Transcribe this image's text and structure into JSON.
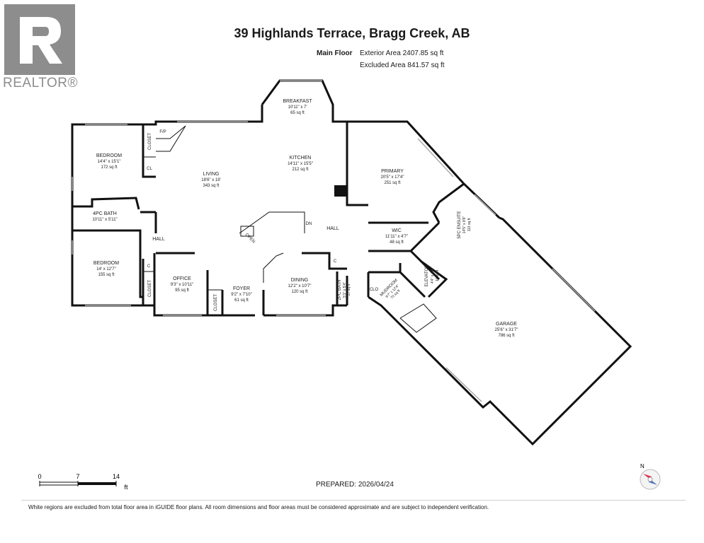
{
  "header": {
    "title": "39 Highlands Terrace, Bragg Creek, AB",
    "floor_label": "Main Floor",
    "exterior_area": "Exterior Area 2407.85 sq ft",
    "excluded_area": "Excluded Area 841.57 sq ft"
  },
  "brand": {
    "logo_text": "REALTOR®",
    "logo_color": "#8d8d8d"
  },
  "rooms": {
    "breakfast": {
      "name": "BREAKFAST",
      "dim": "10'11\" x 7'",
      "area": "65 sq ft"
    },
    "kitchen": {
      "name": "KITCHEN",
      "dim": "14'11\" x 15'5\"",
      "area": "212 sq ft"
    },
    "living": {
      "name": "LIVING",
      "dim": "18'6\" x 19'",
      "area": "343 sq ft"
    },
    "bedroom1": {
      "name": "BEDROOM",
      "dim": "14'4\" x 15'1\"",
      "area": "172 sq ft"
    },
    "bath4": {
      "name": "4PC BATH",
      "dim": "10'11\" x 5'11\""
    },
    "bedroom2": {
      "name": "BEDROOM",
      "dim": "14' x 12'7\"",
      "area": "155 sq ft"
    },
    "office": {
      "name": "OFFICE",
      "dim": "9'3\" x 10'11\"",
      "area": "95 sq ft"
    },
    "foyer": {
      "name": "FOYER",
      "dim": "9'2\" x 7'10\"",
      "area": "61 sq ft"
    },
    "dining": {
      "name": "DINING",
      "dim": "12'2\" x 10'7\"",
      "area": "120 sq ft"
    },
    "bath2": {
      "name": "2PC BATH",
      "dim": "5'1\" x 5'4\"",
      "area": "27 sq ft"
    },
    "mudroom": {
      "name": "MUDROOM",
      "dim": "9'7\" x 12'4\"",
      "area": "70 sq ft"
    },
    "primary": {
      "name": "PRIMARY",
      "dim": "20'5\" x 17'4\"",
      "area": "251 sq ft"
    },
    "wic": {
      "name": "WIC",
      "dim": "11'11\" x 4'7\"",
      "area": "48 sq ft"
    },
    "ensuite": {
      "name": "5PC ENSUITE",
      "dim": "14'5\" x 8'6\"",
      "area": "113 sq ft"
    },
    "elevator": {
      "name": "ELEVATOR",
      "dim": "4'4\" x 4'4\"",
      "area": "10 sq ft"
    },
    "garage": {
      "name": "GARAGE",
      "dim": "25'6\" x 31'7\"",
      "area": "786 sq ft"
    }
  },
  "labels": {
    "closet": "CLOSET",
    "cl": "CL",
    "c": "C",
    "clo": "CLO",
    "fp": "F/P",
    "hall": "HALL",
    "dn": "DN",
    "open": "OPEN"
  },
  "scale": {
    "t0": "0",
    "t1": "7",
    "t2": "14",
    "unit": "ft"
  },
  "compass": {
    "north": "N",
    "accent": "#e0304a"
  },
  "footer": {
    "prepared": "PREPARED: 2026/04/24",
    "disclaimer": "White regions are excluded from total floor area in iGUIDE floor plans. All room dimensions and floor areas must be considered approximate and are subject to independent verification."
  }
}
